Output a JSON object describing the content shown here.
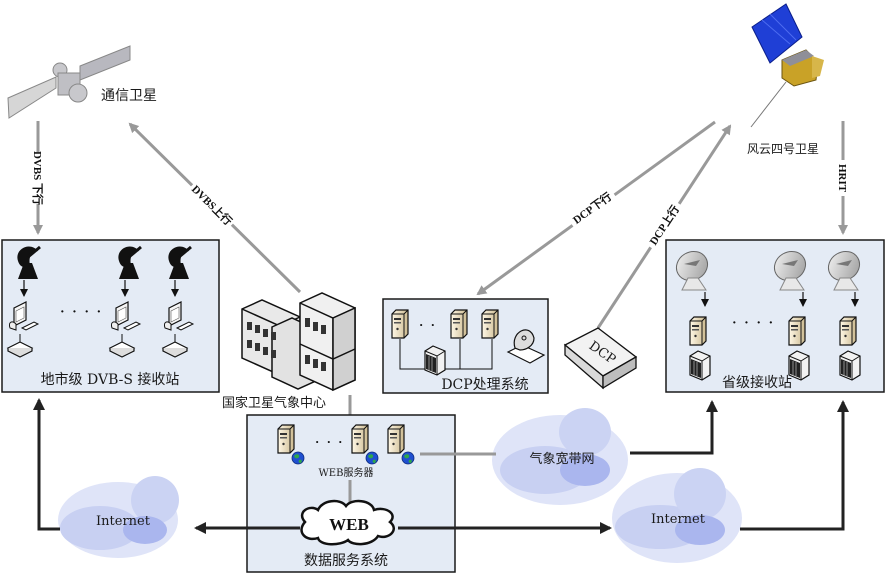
{
  "satellites": {
    "comm": {
      "label": "通信卫星"
    },
    "fy4": {
      "label": "风云四号卫星"
    }
  },
  "links": {
    "dvbs_down": "DVBS 下行",
    "dvbs_up": "DVBS上行",
    "dcp_down": "DCP下行",
    "dcp_up": "DCP上行",
    "hrit": "HRIT"
  },
  "stations": {
    "city_dvbs": {
      "label": "地市级 DVB-S 接收站",
      "ellipsis": "· · · ·"
    },
    "provincial": {
      "label": "省级接收站",
      "ellipsis": "· · · ·"
    },
    "dcp_system": {
      "label": "DCP处理系统",
      "ellipsis": "· ·"
    },
    "dcp_device": {
      "label": "DCP"
    },
    "nsmc": {
      "label": "国家卫星气象中心"
    },
    "data_service": {
      "label": "数据服务系统",
      "web_servers_label": "WEB服务器",
      "web_cloud_label": "WEB",
      "ellipsis": "· · ·"
    }
  },
  "networks": {
    "internet_left": "Internet",
    "internet_right": "Internet",
    "met_broadband": "气象宽带网"
  },
  "colors": {
    "panel_fill": "#e4ebf5",
    "panel_border": "#1a1a1a",
    "gray_link": "#999999",
    "dark_link": "#222222",
    "cloud": "#c9d2f2",
    "solar_panel": "#1f3fd6",
    "sat_body": "#c9a227"
  }
}
